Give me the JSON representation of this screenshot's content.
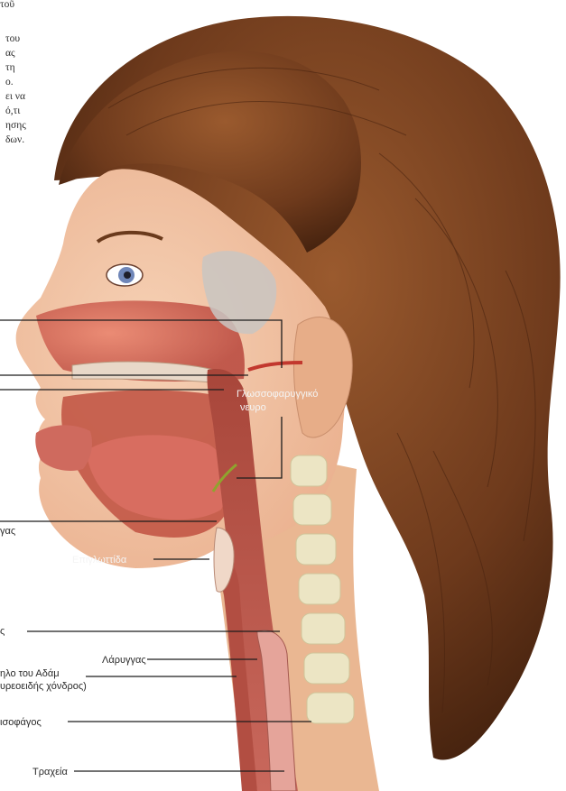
{
  "intro_text_fragments": [
    "τοῦ",
    "του",
    "ας",
    "τη",
    "ο.",
    "ει να",
    "ό,τι",
    "ησης",
    "δων."
  ],
  "labels": {
    "glossopharyngeal_nerve_line1": "Γλωσσοφαρυγγικό",
    "glossopharyngeal_nerve_line2": "νευρο",
    "epiglottis": "Επιγλωττίδα",
    "larynx": "Λάρυγγας",
    "adams_apple_line1": "ηλο του Αδάμ",
    "adams_apple_line2": "υρεοειδής χόνδρος)",
    "esophagus": "ισοφάγος",
    "trachea": "Τραχεία",
    "partial_left_1": "γας",
    "partial_left_2": "ς"
  },
  "colors": {
    "hair": "#6e3a1c",
    "skin": "#f2c3a3",
    "tissue": "#c9564a",
    "spine": "#e8e4c4",
    "leader_lines": "#1c1c1c"
  }
}
